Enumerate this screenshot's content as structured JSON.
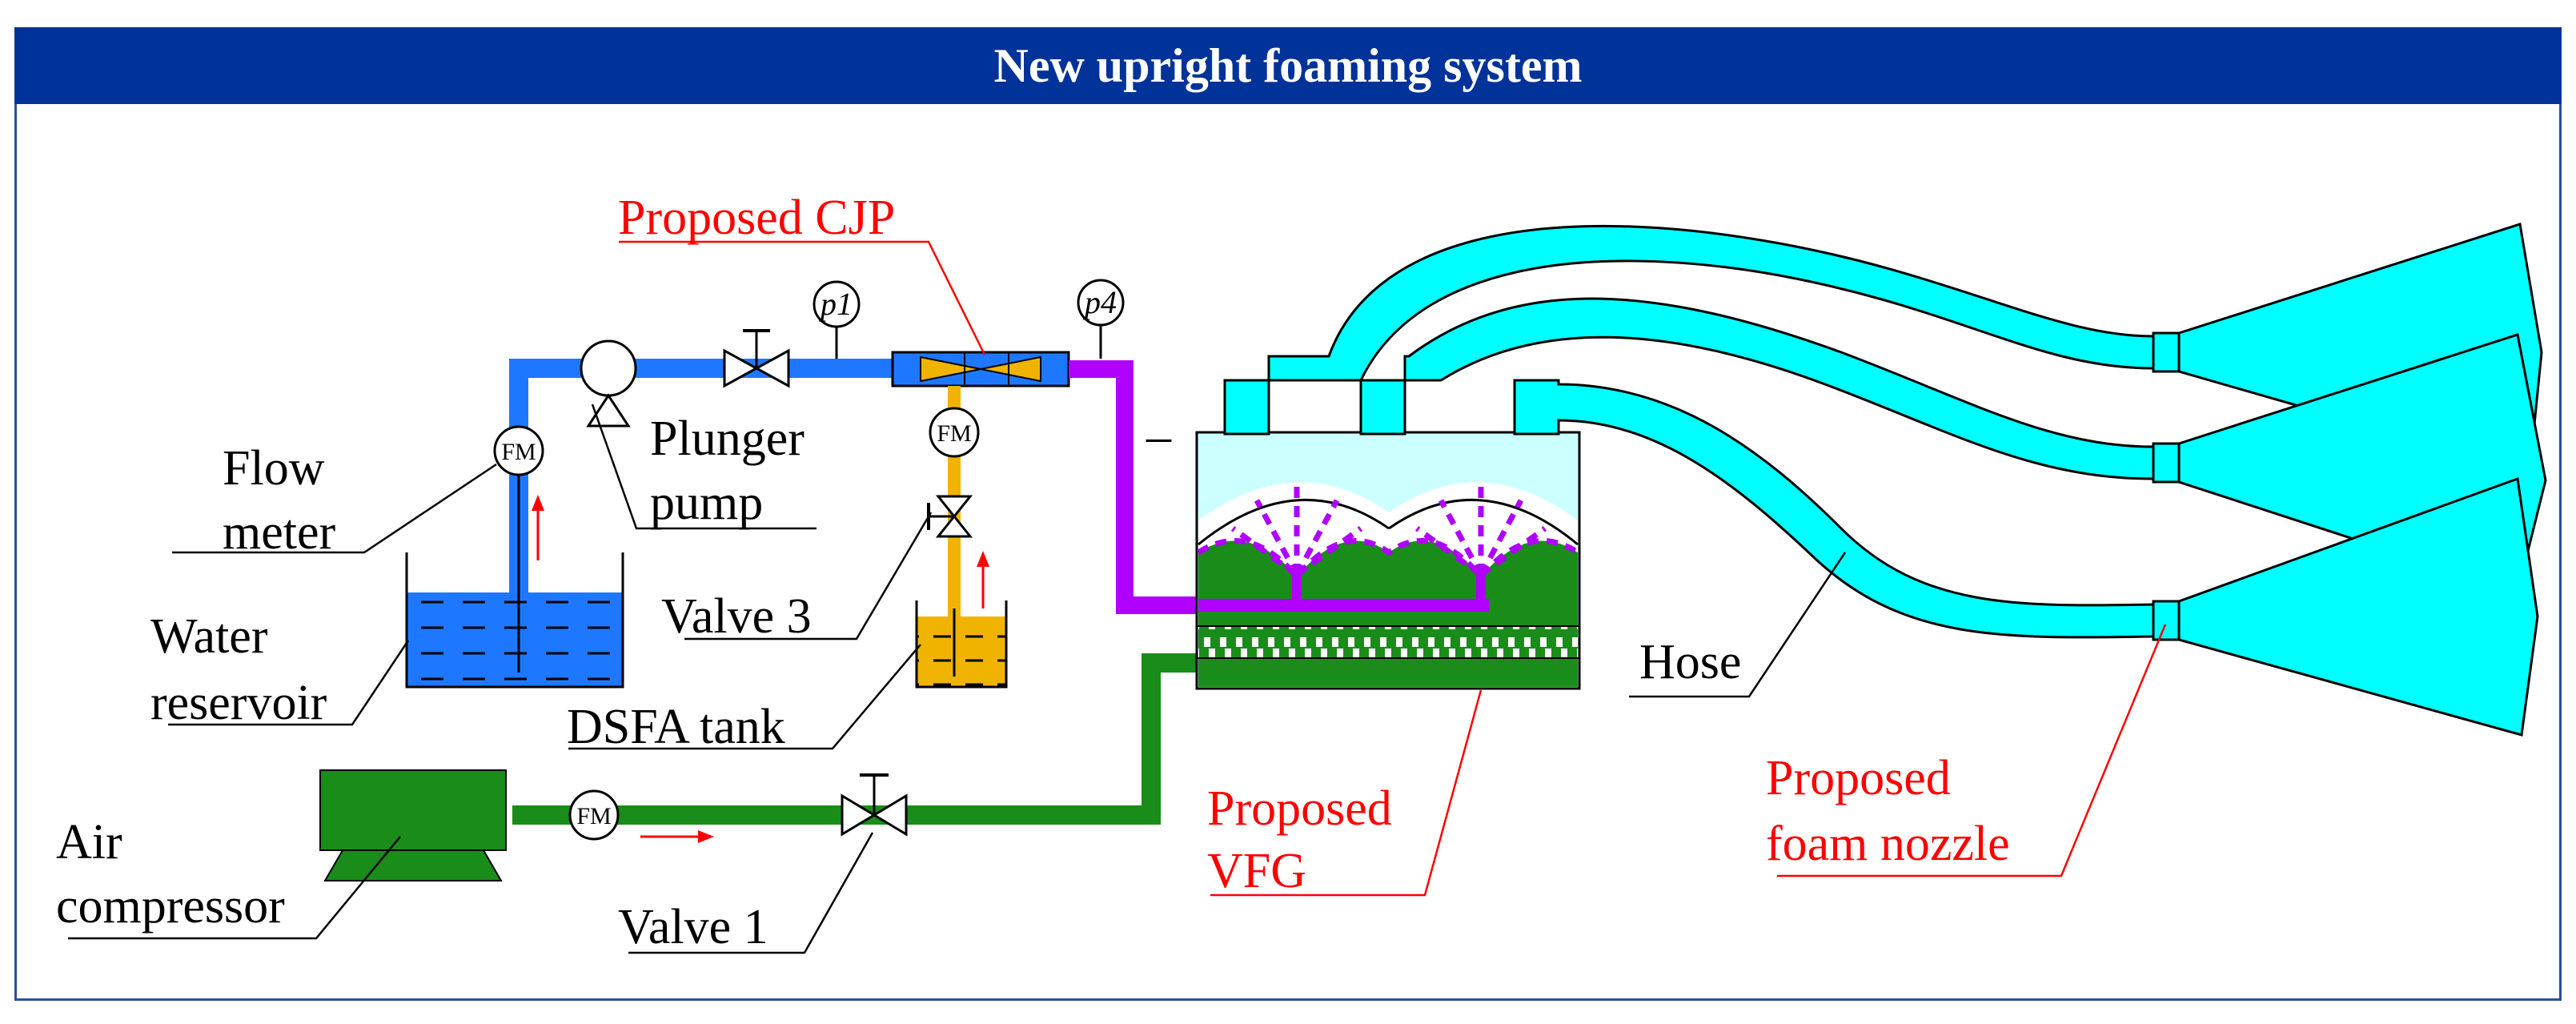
{
  "title": "New upright foaming system",
  "labels": {
    "flow_meter_1": "Flow",
    "flow_meter_2": "meter",
    "plunger_pump_1": "Plunger",
    "plunger_pump_2": "pump",
    "water_reservoir_1": "Water",
    "water_reservoir_2": "reservoir",
    "valve3": "Valve 3",
    "dsfa_tank": "DSFA tank",
    "air_compressor_1": "Air",
    "air_compressor_2": "compressor",
    "valve1": "Valve 1",
    "hose": "Hose",
    "proposed_cjp": "Proposed CJP",
    "proposed_vfg_1": "Proposed",
    "proposed_vfg_2": "VFG",
    "proposed_nozzle_1": "Proposed",
    "proposed_nozzle_2": "foam nozzle",
    "gauge_p1": "p1",
    "gauge_p4": "p4",
    "fm": "FM",
    "minus": "–"
  },
  "colors": {
    "title_bg": "#003399",
    "water": "#1e78ff",
    "air": "#1a8c1a",
    "foam_line": "#b000ff",
    "dsfa": "#f0b400",
    "hose": "#00ffff",
    "callout": "#ff0000"
  }
}
